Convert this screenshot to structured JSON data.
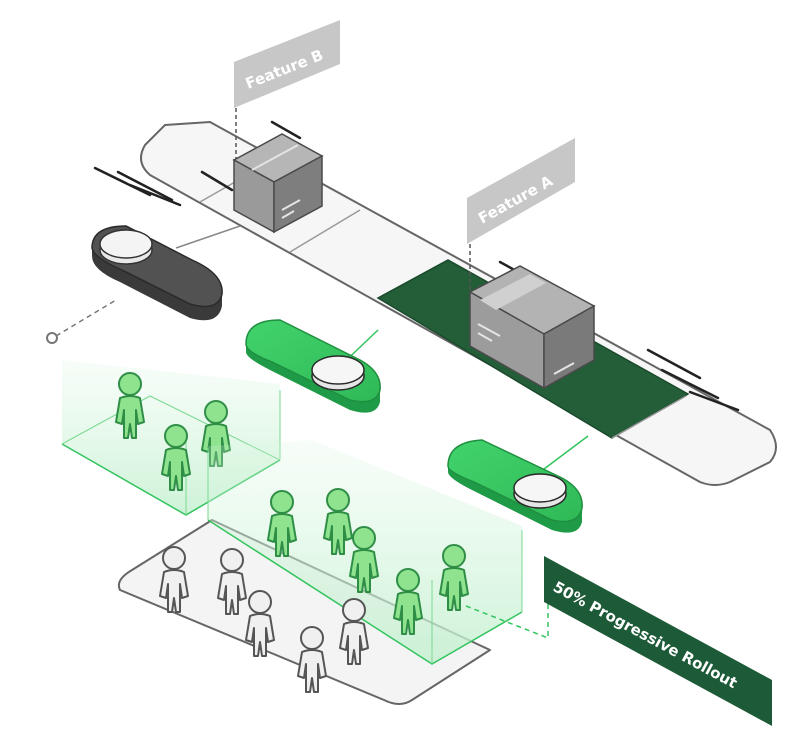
{
  "signs": {
    "feature_b": "Feature  B",
    "feature_a": "Feature  A"
  },
  "banner": {
    "label": "50% Progressive Rollout"
  },
  "colors": {
    "green_light": "#33c45e",
    "green_dark": "#1e9a45",
    "belt_dark": "#245e38",
    "off_toggle": "#4a4a4a",
    "sign_bg": "#c7c7c7",
    "box_grey": "#8e8e8e",
    "banner_bg": "#1d5a37"
  },
  "icons": {
    "people": "person-icon",
    "boxes": "package-icon",
    "toggles": "toggle-switch-icon"
  }
}
